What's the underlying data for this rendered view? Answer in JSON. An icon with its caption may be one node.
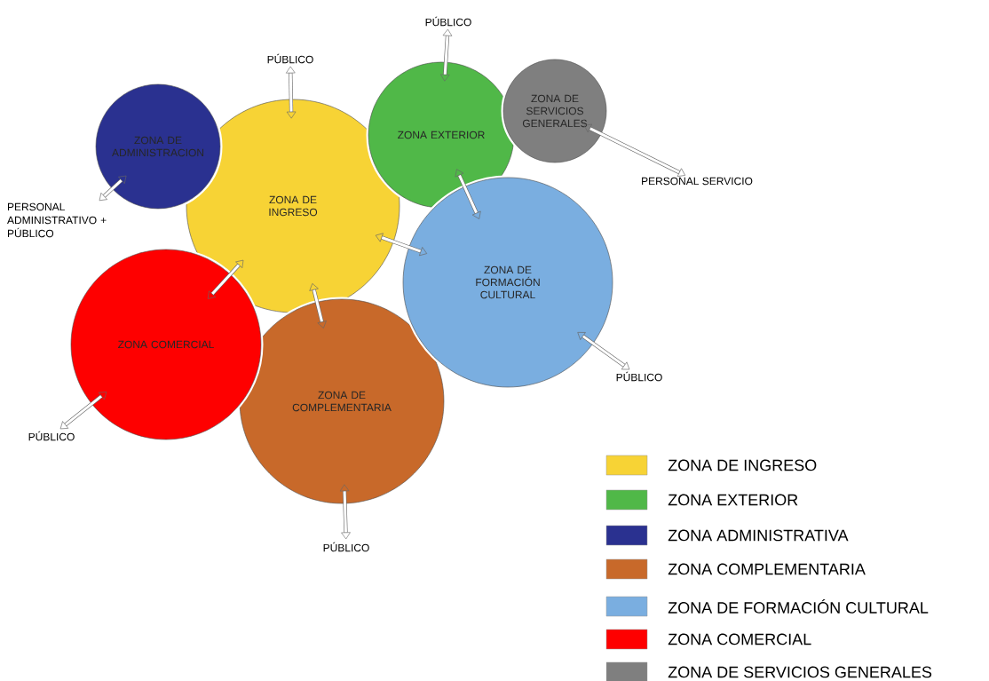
{
  "diagram": {
    "nodes": [
      {
        "text": [
          "PÚBLICO"
        ]
      },
      {
        "text": [
          "PÚBLICO"
        ]
      },
      {
        "text": [
          "ZONA DE SERVICIOS GENERALES"
        ]
      },
      {
        "text": [
          "ZONA EXTERIOR"
        ]
      },
      {
        "text": [
          "ZONA DE ADMINISTRACION"
        ]
      },
      {
        "text": [
          "PERSONAL SERVICIO"
        ]
      },
      {
        "text": [
          "ZONA DE INGRESO"
        ]
      },
      {
        "text": [
          "PERSONAL ADMINISTRATIVO + PÚBLICO"
        ]
      },
      {
        "text": [
          "ZONA DE FORMACIÓN CULTURAL"
        ]
      },
      {
        "text": [
          "PÚBLICO"
        ]
      },
      {
        "text": [
          "ZONA COMERCIAL"
        ]
      },
      {
        "text": [
          "ZONA DE COMPLEMENTARIA"
        ]
      },
      {
        "text": [
          "PÚBLICO"
        ]
      },
      {
        "text": [
          "PÚBLICO"
        ]
      }
    ],
    "edges": [
      {
        "from": 1,
        "to": 6,
        "arrow": "both"
      },
      {
        "from": 0,
        "to": 3,
        "arrow": "both"
      },
      {
        "from": 2,
        "to": 5,
        "arrow": "both"
      },
      {
        "from": 4,
        "to": 7,
        "arrow": "both"
      },
      {
        "from": 3,
        "to": 8,
        "arrow": "both"
      },
      {
        "from": 6,
        "to": 8,
        "arrow": "both"
      },
      {
        "from": 6,
        "to": 10,
        "arrow": "both"
      },
      {
        "from": 6,
        "to": 11,
        "arrow": "both"
      },
      {
        "from": 8,
        "to": 9,
        "arrow": "both"
      },
      {
        "from": 10,
        "to": 12,
        "arrow": "both"
      },
      {
        "from": 11,
        "to": 13,
        "arrow": "both"
      }
    ],
    "legend": [
      {
        "text": "ZONA DE INGRESO",
        "color": "#f7d335"
      },
      {
        "text": "ZONA EXTERIOR",
        "color": "#50b848"
      },
      {
        "text": "ZONA ADMINISTRATIVA",
        "color": "#2a3190"
      },
      {
        "text": "ZONA COMPLEMENTARIA",
        "color": "#c8692a"
      },
      {
        "text": "ZONA DE FORMACIÓN CULTURAL",
        "color": "#7aaee0"
      },
      {
        "text": "ZONA COMERCIAL",
        "color": "#fe0000"
      },
      {
        "text": "ZONA DE SERVICIOS GENERALES",
        "color": "#7f7f7f"
      }
    ]
  }
}
